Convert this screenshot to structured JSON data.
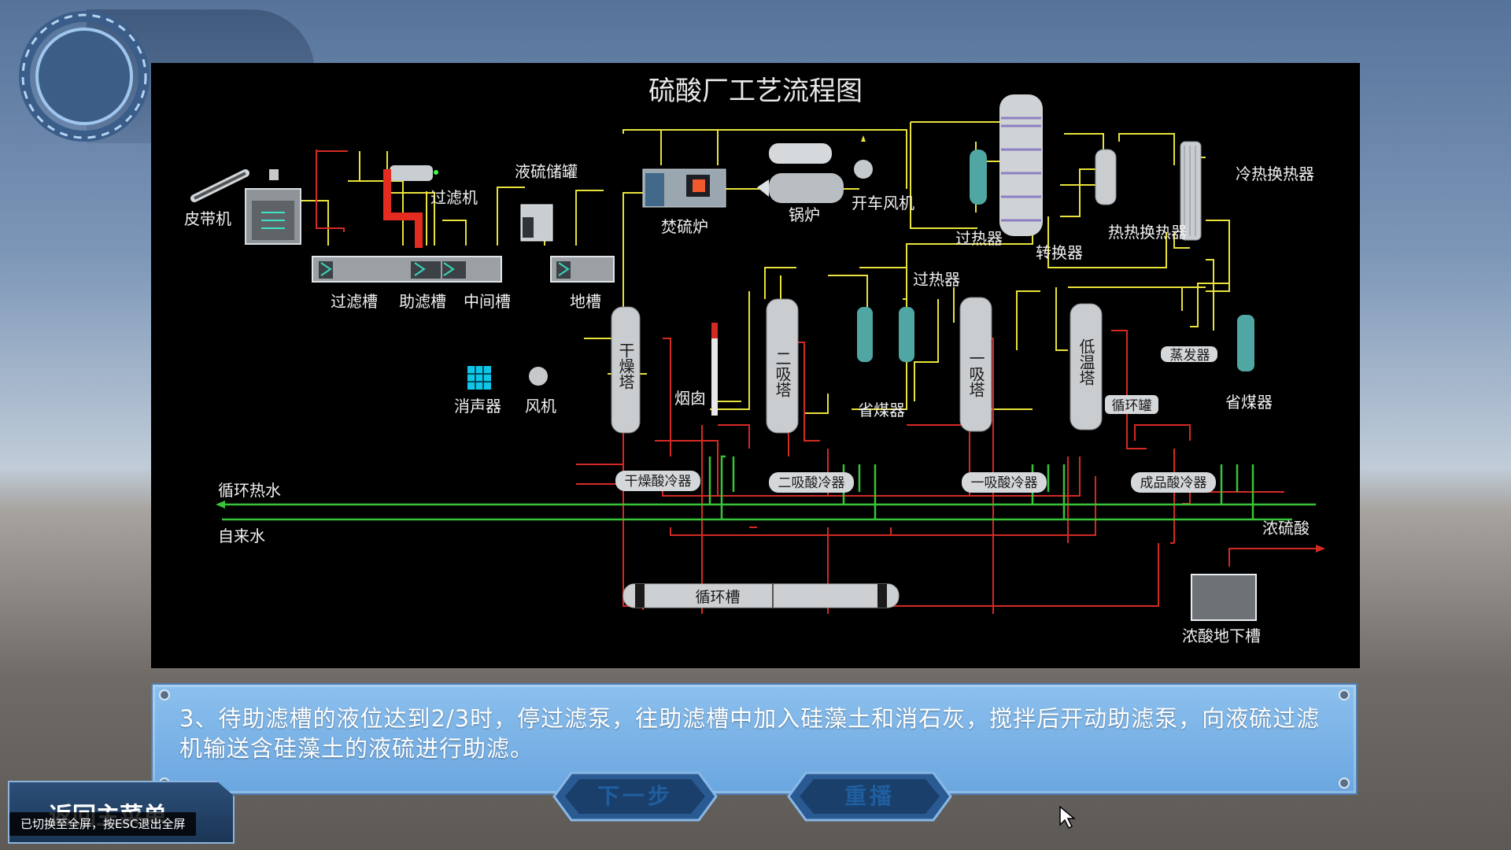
{
  "diagram": {
    "title": "硫酸厂工艺流程图",
    "labels": {
      "belt": "皮带机",
      "filter_machine": "过滤机",
      "liquid_sulfur_tank": "液硫储罐",
      "furnace": "焚硫炉",
      "boiler": "锅炉",
      "startup_fan": "开车风机",
      "superheater_top": "过热器",
      "converter": "转换器",
      "hot_exchanger": "热热换热器",
      "cold_exchanger": "冷热换热器",
      "filter_tank": "过滤槽",
      "aid_tank": "助滤槽",
      "mid_tank": "中间槽",
      "ground_tank": "地槽",
      "superheater_mid": "过热器",
      "silencer": "消声器",
      "fan": "风机",
      "dry_tower": "干燥塔",
      "chimney": "烟囱",
      "second_absorb": "二吸塔",
      "economizer_mid": "省煤器",
      "first_absorb": "一吸塔",
      "low_temp_tower": "低温塔",
      "evaporator": "蒸发器",
      "economizer_right": "省煤器",
      "circ_tank_small": "循环罐",
      "dry_cooler": "干燥酸冷器",
      "second_cooler": "二吸酸冷器",
      "first_cooler": "一吸酸冷器",
      "product_cooler": "成品酸冷器",
      "hot_water": "循环热水",
      "tap_water": "自来水",
      "conc_acid": "浓硫酸",
      "circ_tank": "循环槽",
      "underground_tank": "浓酸地下槽"
    }
  },
  "instruction": {
    "text": "3、待助滤槽的液位达到2/3时，停过滤泵，往助滤槽中加入硅藻土和消石灰，搅拌后开动助滤泵，向液硫过滤机输送含硅藻土的液硫进行助滤。"
  },
  "buttons": {
    "next": "下一步",
    "replay": "重播",
    "main_menu": "返回主菜单"
  },
  "toast": {
    "text": "已切换至全屏，按ESC退出全屏"
  },
  "colors": {
    "yellow_line": "#e8e23a",
    "red_line": "#d42a24",
    "green_line": "#39c33a",
    "panel_blue": "#78b1e6"
  }
}
